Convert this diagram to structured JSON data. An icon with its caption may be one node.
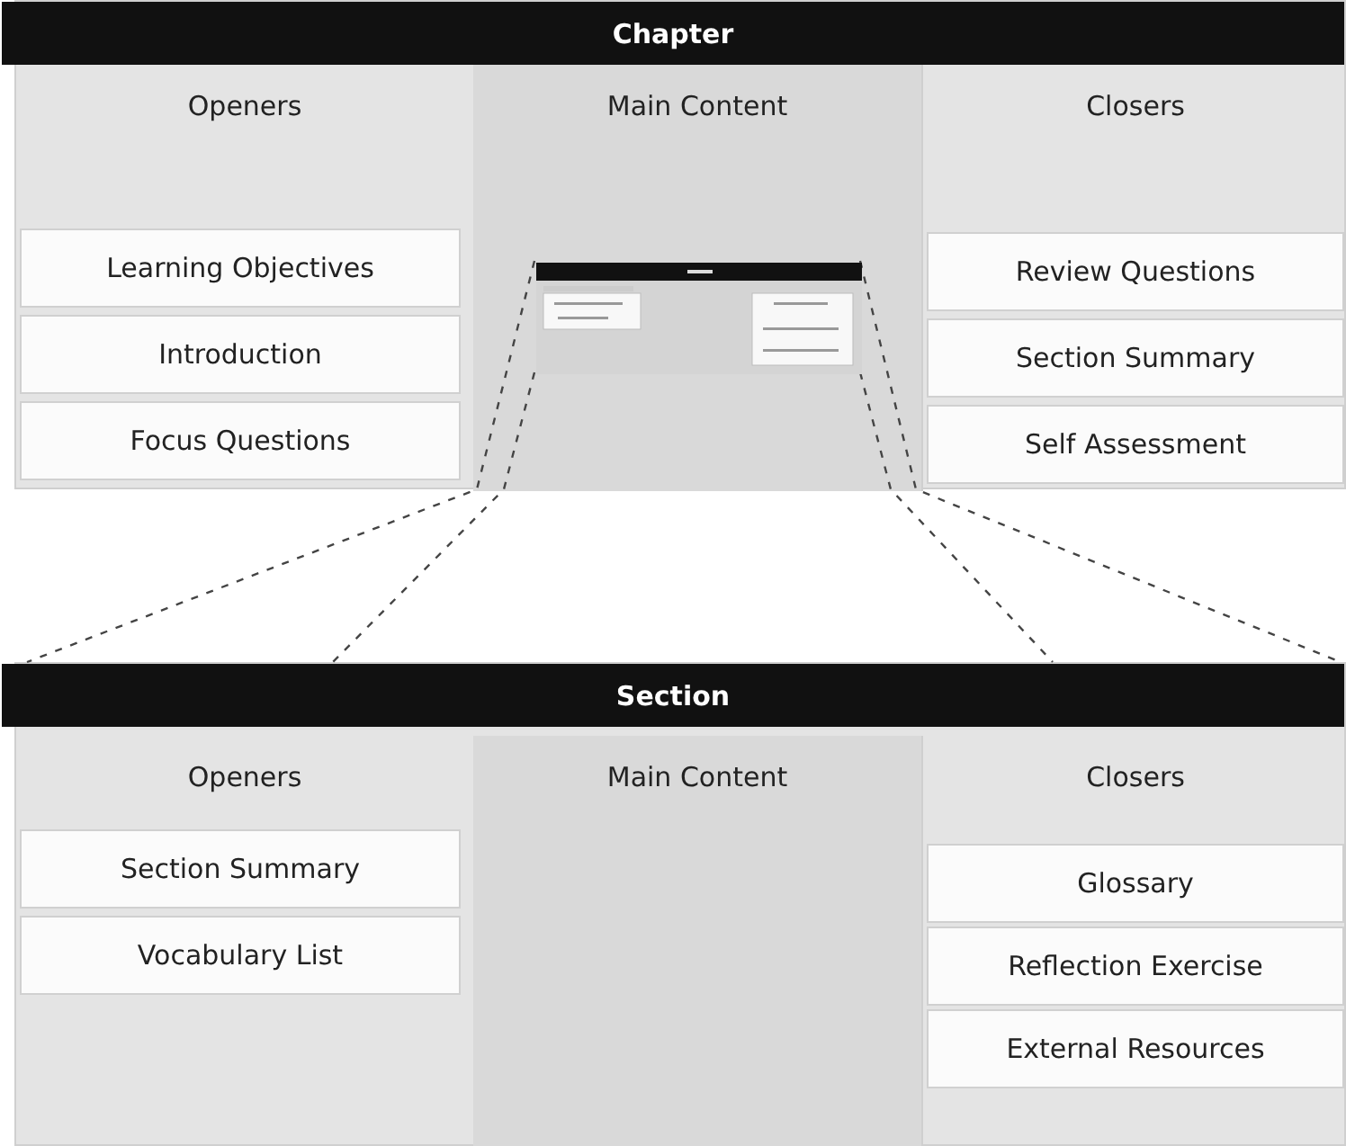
{
  "diagram": {
    "nodes": [
      {
        "text": [
          "Chapter"
        ]
      },
      {
        "text": [
          "Openers"
        ],
        "in": 0
      },
      {
        "text": [
          "Learning Objectives"
        ],
        "in": 1
      },
      {
        "text": [
          "Introduction"
        ],
        "in": 1
      },
      {
        "text": [
          "Focus Questions"
        ],
        "in": 1
      },
      {
        "text": [
          "Main Content"
        ],
        "in": 0
      },
      {
        "text": [],
        "shape": "picture",
        "in": 5
      },
      {
        "text": [
          "Closers"
        ],
        "in": 0
      },
      {
        "text": [
          "Review Questions"
        ],
        "in": 7
      },
      {
        "text": [
          "Section Summary"
        ],
        "in": 7
      },
      {
        "text": [
          "Self Assessment"
        ],
        "in": 7
      },
      {
        "text": [
          "Section"
        ]
      },
      {
        "text": [
          "Openers"
        ],
        "in": 11
      },
      {
        "text": [
          "Section Summary"
        ],
        "in": 12
      },
      {
        "text": [
          "Vocabulary List"
        ],
        "in": 12
      },
      {
        "text": [
          "Main Content"
        ],
        "in": 11
      },
      {
        "text": [
          "Closers"
        ],
        "in": 11
      },
      {
        "text": [
          "Glossary"
        ],
        "in": 16
      },
      {
        "text": [
          "Reflection Exercise"
        ],
        "in": 16
      },
      {
        "text": [
          "External Resources"
        ],
        "in": 16
      }
    ],
    "edges": [
      {
        "from": 6,
        "to": 11,
        "arrow": "none",
        "style": "dashed"
      },
      {
        "from": 6,
        "to": 11,
        "arrow": "none",
        "style": "dashed"
      },
      {
        "from": 6,
        "to": 11,
        "arrow": "none",
        "style": "dashed"
      },
      {
        "from": 6,
        "to": 11,
        "arrow": "none",
        "style": "dashed"
      }
    ]
  }
}
